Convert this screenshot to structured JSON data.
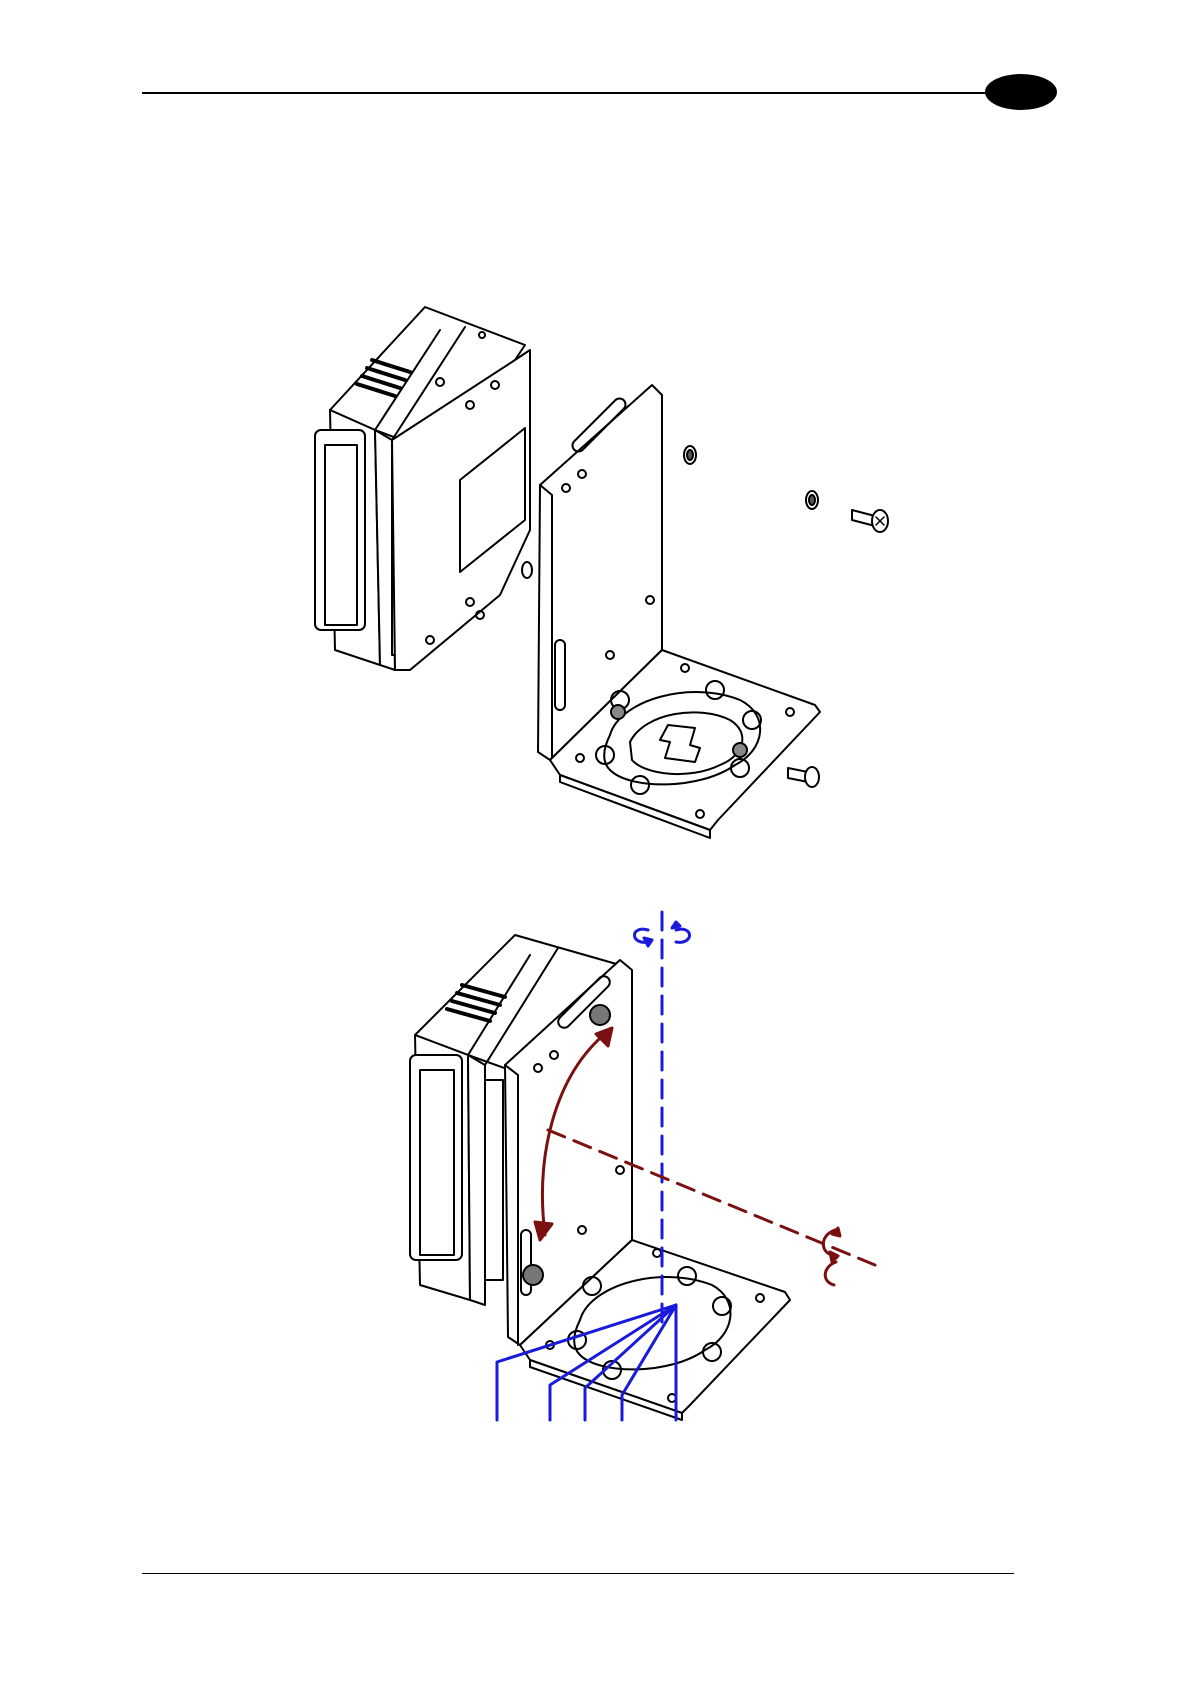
{
  "header": {
    "chapter_tab_color": "#000000",
    "rule_color": "#000000"
  },
  "figures": [
    {
      "id": "exploded",
      "items": [
        "scanner-housing",
        "mounting-bracket",
        "washer",
        "washer",
        "screw",
        "screw"
      ]
    },
    {
      "id": "assembled",
      "axes": [
        {
          "name": "vertical-rotation-axis",
          "color": "#1a1adb"
        },
        {
          "name": "horizontal-tilt-axis",
          "color": "#7a1010"
        }
      ],
      "callout_color": "#1a1adb"
    }
  ],
  "footer": {
    "rule_color": "#000000"
  }
}
